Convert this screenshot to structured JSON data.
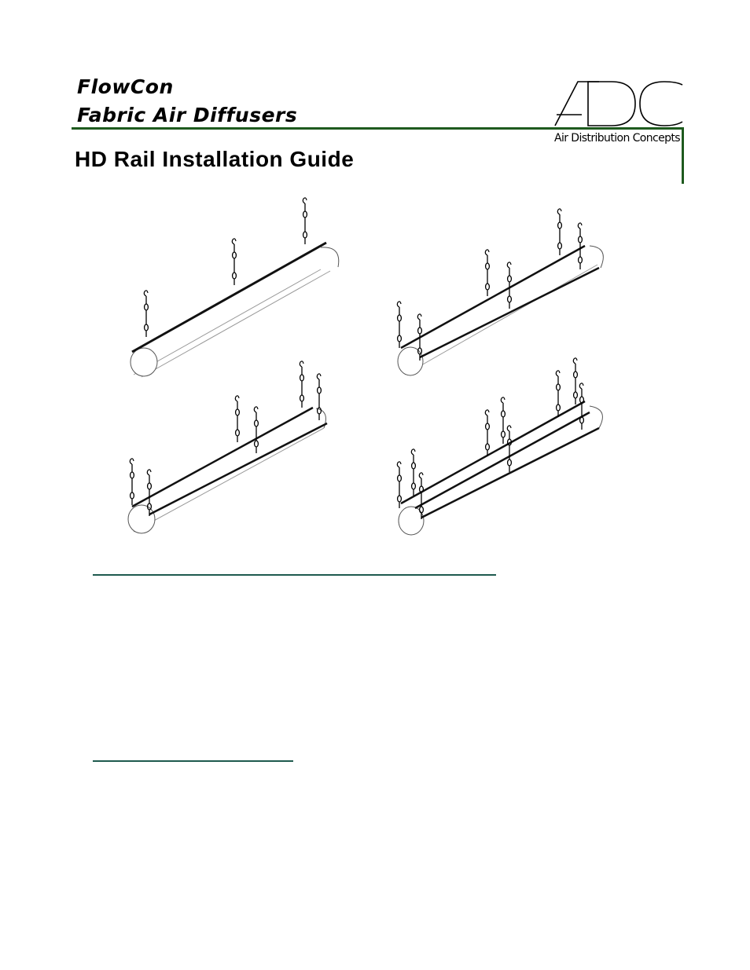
{
  "header": {
    "brand_line1": "FlowCon",
    "brand_line2": "Fabric Air Diffusers",
    "logo_mark": "ADC",
    "logo_subtitle": "Air Distribution Concepts",
    "accent_color": "#1e5a1e"
  },
  "document": {
    "title": "HD Rail Installation Guide"
  },
  "illustrations": [
    {
      "name": "single-rail-diagram",
      "icon": "duct-single-rail-icon"
    },
    {
      "name": "double-rail-diagram",
      "icon": "duct-double-rail-icon"
    },
    {
      "name": "twin-rail-diagram",
      "icon": "duct-twin-rail-icon"
    },
    {
      "name": "triple-rail-diagram",
      "icon": "duct-triple-rail-icon"
    }
  ],
  "sections": [
    {
      "heading": "",
      "line_color": "#1e5a4e"
    },
    {
      "heading": "",
      "line_color": "#1e5a4e"
    }
  ]
}
